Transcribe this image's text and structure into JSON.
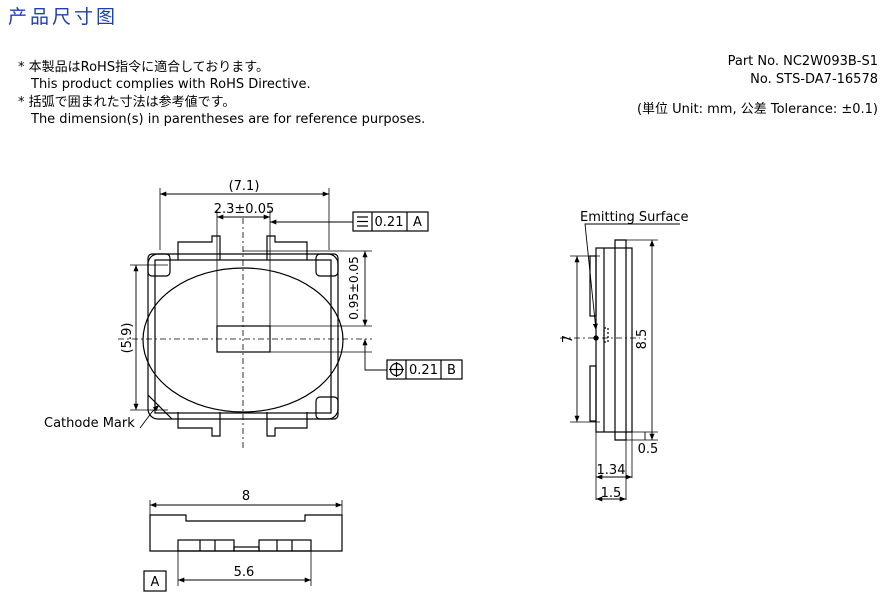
{
  "header": {
    "title": "产品尺寸图",
    "notes": [
      {
        "bullet": "*",
        "jp": "本製品はRoHS指令に適合しております。",
        "en": "This product complies with RoHS Directive."
      },
      {
        "bullet": "*",
        "jp": "括弧で囲まれた寸法は参考値です。",
        "en": "The dimension(s) in parentheses are for reference purposes."
      }
    ],
    "part_no": "Part No. NC2W093B-S1",
    "doc_no": "No. STS-DA7-16578",
    "units": "(単位 Unit: mm,  公差 Tolerance: ±0.1)"
  },
  "top_view": {
    "dim_width_ref": "(7.1)",
    "dim_pad": "2.3±0.05",
    "dim_offset": "0.95±0.05",
    "dim_height_ref": "(5.9)",
    "fcf_a_value": "0.21",
    "fcf_a_datum": "A",
    "fcf_b_value": "0.21",
    "fcf_b_datum": "B",
    "cathode_label": "Cathode Mark"
  },
  "side_view": {
    "emitting_label": "Emitting Surface",
    "dim_7": "7",
    "dim_85": "8.5",
    "dim_05": "0.5",
    "dim_134": "1.34",
    "dim_15": "1.5"
  },
  "bottom_view": {
    "dim_8": "8",
    "dim_56": "5.6",
    "datum_a": "A"
  }
}
